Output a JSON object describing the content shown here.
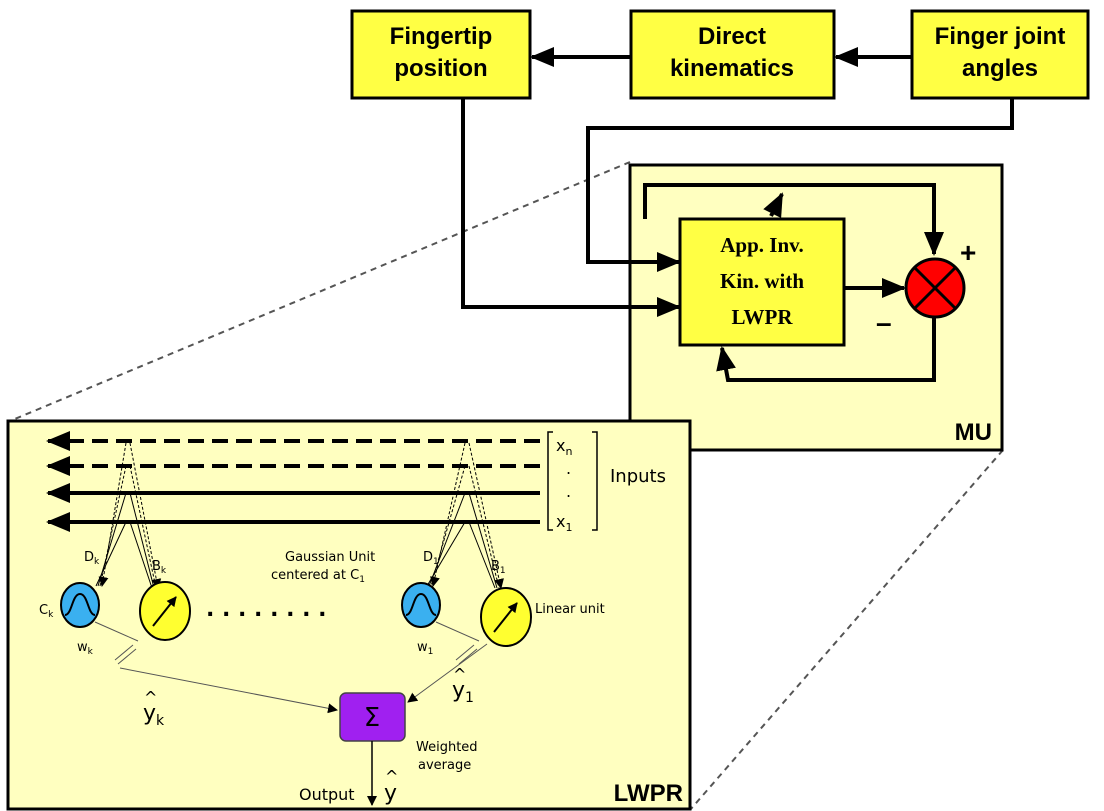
{
  "colors": {
    "box_fill": "#ffff44",
    "panel_fill": "#ffffc0",
    "comparator_fill": "#ff0000",
    "gaussian_fill": "#3ab0f0",
    "linear_fill": "#ffff30",
    "sum_fill": "#a020f0",
    "stroke": "#000000"
  },
  "top_blocks": {
    "fingertip": {
      "line1": "Fingertip",
      "line2": "position"
    },
    "kinematics": {
      "line1": "Direct",
      "line2": "kinematics"
    },
    "joints": {
      "line1": "Finger joint",
      "line2": "angles"
    }
  },
  "mu": {
    "label": "MU",
    "inv_kin": {
      "line1": "App. Inv.",
      "line2": "Kin. with",
      "line3": "LWPR"
    },
    "plus": "+",
    "minus": "–"
  },
  "lwpr": {
    "label": "LWPR",
    "inputs_label": "Inputs",
    "input_xn": "x",
    "input_xn_sub": "n",
    "input_dot1": ".",
    "input_dot2": ".",
    "input_x1": "x",
    "input_x1_sub": "1",
    "d_k": "D",
    "d_k_sub": "k",
    "b_k": "B",
    "b_k_sub": "k",
    "c_k": "C",
    "c_k_sub": "k",
    "w_k": "w",
    "w_k_sub": "k",
    "d_1": "D",
    "d_1_sub": "1",
    "b_1": "B",
    "b_1_sub": "1",
    "w_1": "w",
    "w_1_sub": "1",
    "gaussian_line1": "Gaussian Unit",
    "gaussian_line2": "centered at C",
    "gaussian_line2_sub": "1",
    "linear_unit": "Linear unit",
    "ellipsis": ". . . . . . . .",
    "yhat_k": "y",
    "yhat_k_sub": "k",
    "yhat_1": "y",
    "yhat_1_sub": "1",
    "sigma": "Σ",
    "weighted_line1": "Weighted",
    "weighted_line2": "average",
    "output_label": "Output",
    "yhat": "y",
    "hat": "^"
  }
}
